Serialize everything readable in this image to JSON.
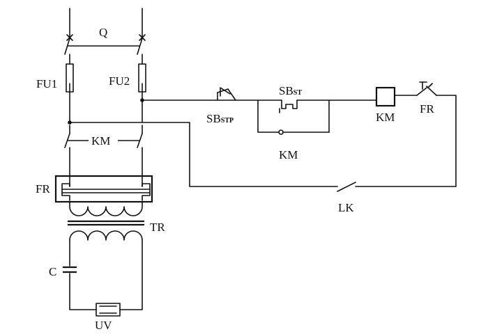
{
  "diagram": {
    "labels": {
      "q": "Q",
      "fu1": "FU1",
      "fu2": "FU2",
      "km_contacts": "KM",
      "fr_heater": "FR",
      "tr": "TR",
      "c": "C",
      "uv": "UV",
      "sb_stop_main": "SB",
      "sb_stop_sub": "STP",
      "sb_start_main": "SB",
      "sb_start_sub": "ST",
      "km_hold": "KM",
      "km_coil": "KM",
      "fr_contact": "FR",
      "lk": "LK"
    }
  }
}
